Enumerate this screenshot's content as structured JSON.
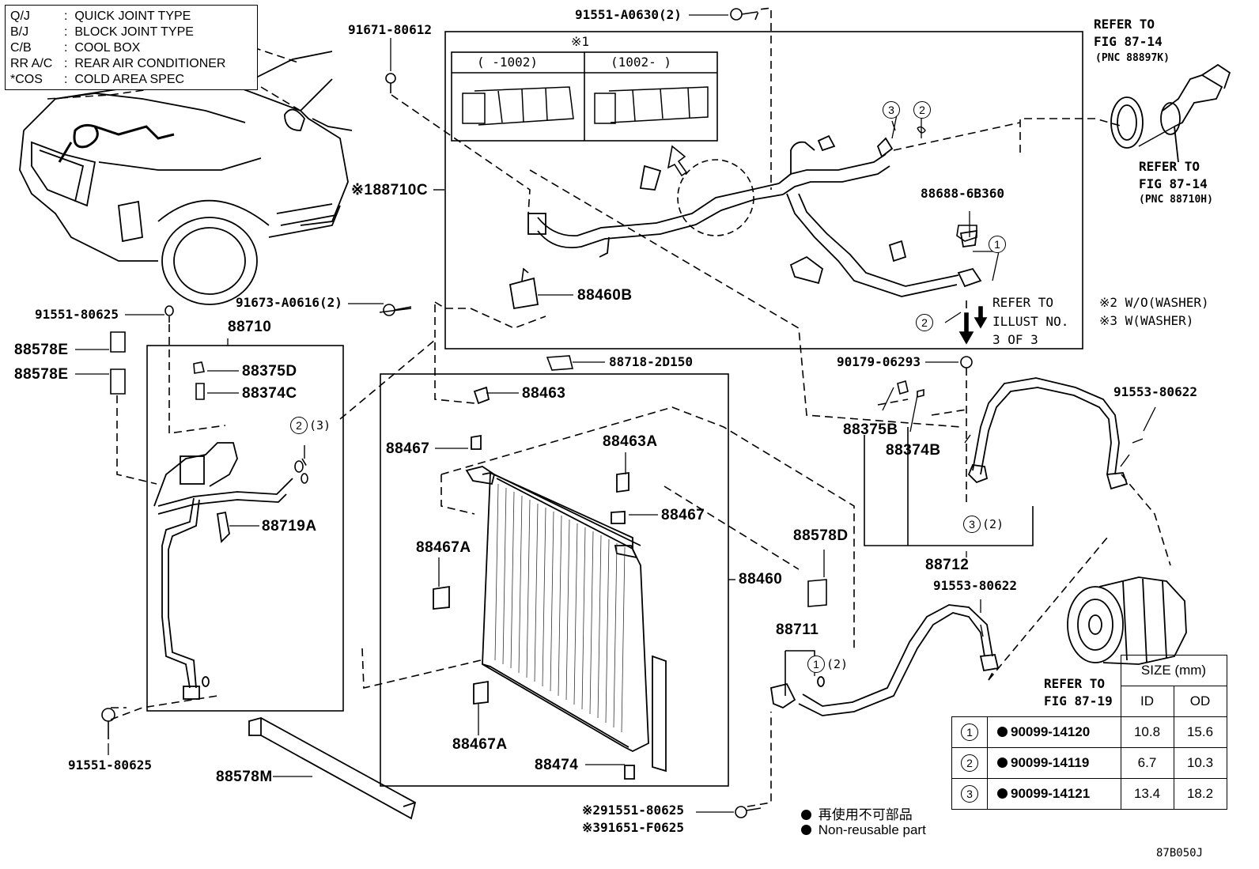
{
  "legend": [
    {
      "key": "Q/J",
      "sep": ":",
      "value": "QUICK JOINT TYPE"
    },
    {
      "key": "B/J",
      "sep": ":",
      "value": "BLOCK JOINT TYPE"
    },
    {
      "key": "C/B",
      "sep": ":",
      "value": "COOL BOX"
    },
    {
      "key": "RR A/C",
      "sep": ":",
      "value": "REAR AIR CONDITIONER"
    },
    {
      "key": "*COS",
      "sep": ":",
      "value": "COLD AREA SPEC"
    }
  ],
  "labels": {
    "p_91671_80612": "91671-80612",
    "p_91551_A0630": "91551-A0630(2)",
    "refer_87_14_a_title": "REFER TO",
    "refer_87_14_a_fig": "FIG 87-14",
    "refer_87_14_a_pnc": "(PNC 88897K)",
    "refer_87_14_b_title": "REFER TO",
    "refer_87_14_b_fig": "FIG 87-14",
    "refer_87_14_b_pnc": "(PNC 88710H)",
    "note1_mark": "※1",
    "inset_col1": "(      -1002)",
    "inset_col2": "(1002-        )",
    "p_88710C": "※188710C",
    "p_88688_6B360": "88688-6B360",
    "p_88460B": "88460B",
    "refer_illust_1": "REFER TO",
    "refer_illust_2": "ILLUST NO.",
    "refer_illust_3": "3 OF 3",
    "note2": "※2 W/O(WASHER)",
    "note3": "※3 W(WASHER)",
    "p_91551_80625_top": "91551-80625",
    "p_91673_A0616": "91673-A0616(2)",
    "p_88710": "88710",
    "p_88578E_a": "88578E",
    "p_88578E_b": "88578E",
    "p_88375D": "88375D",
    "p_88374C": "88374C",
    "p_88719A": "88719A",
    "qty_3": "(3)",
    "p_88718_2D150": "88718-2D150",
    "p_88463": "88463",
    "p_88467_a": "88467",
    "p_88463A": "88463A",
    "p_88467_b": "88467",
    "p_88467A_a": "88467A",
    "p_88467A_b": "88467A",
    "p_88460": "88460",
    "p_88474": "88474",
    "p_90179_06293": "90179-06293",
    "p_91553_80622_a": "91553-80622",
    "p_88375B": "88375B",
    "p_88374B": "88374B",
    "qty_2a": "(2)",
    "p_88712": "88712",
    "p_91553_80622_b": "91553-80622",
    "p_88578D": "88578D",
    "p_88711": "88711",
    "qty_2b": "(2)",
    "refer_87_19_title": "REFER TO",
    "refer_87_19_fig": "FIG 87-19",
    "p_91551_80625_bot": "91551-80625",
    "p_88578M": "88578M",
    "p_91551_80625_n2": "※291551-80625",
    "p_91651_F0625_n3": "※391651-F0625",
    "nonreuse_jp": "再使用不可部品",
    "nonreuse_en": "Non-reusable part",
    "fig_code": "87B050J"
  },
  "size_table": {
    "header": "SIZE (mm)",
    "col_id": "ID",
    "col_od": "OD",
    "rows": [
      {
        "no": "1",
        "part": "90099-14120",
        "id": "10.8",
        "od": "15.6"
      },
      {
        "no": "2",
        "part": "90099-14119",
        "id": "6.7",
        "od": "10.3"
      },
      {
        "no": "3",
        "part": "90099-14121",
        "id": "13.4",
        "od": "18.2"
      }
    ]
  }
}
